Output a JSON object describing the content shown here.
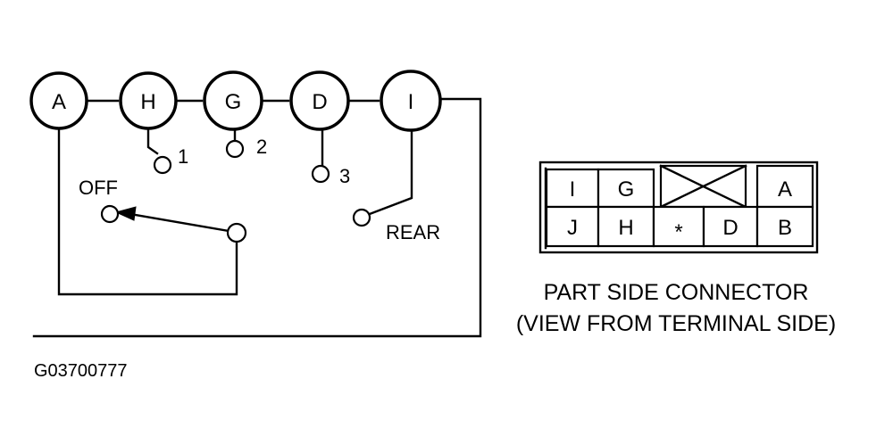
{
  "switch": {
    "nodes": [
      {
        "id": "A",
        "label": "A"
      },
      {
        "id": "H",
        "label": "H"
      },
      {
        "id": "G",
        "label": "G"
      },
      {
        "id": "D",
        "label": "D"
      },
      {
        "id": "I",
        "label": "I"
      }
    ],
    "positions": [
      {
        "id": "1",
        "label": "1"
      },
      {
        "id": "2",
        "label": "2"
      },
      {
        "id": "3",
        "label": "3"
      },
      {
        "id": "off",
        "label": "OFF"
      },
      {
        "id": "rear",
        "label": "REAR"
      }
    ]
  },
  "connector": {
    "top_row": [
      "I",
      "G",
      "",
      "A"
    ],
    "bottom_row": [
      "J",
      "H",
      "*",
      "D",
      "B"
    ],
    "caption_line1": "PART SIDE CONNECTOR",
    "caption_line2": "(VIEW FROM TERMINAL SIDE)"
  },
  "figure_id": "G03700777"
}
